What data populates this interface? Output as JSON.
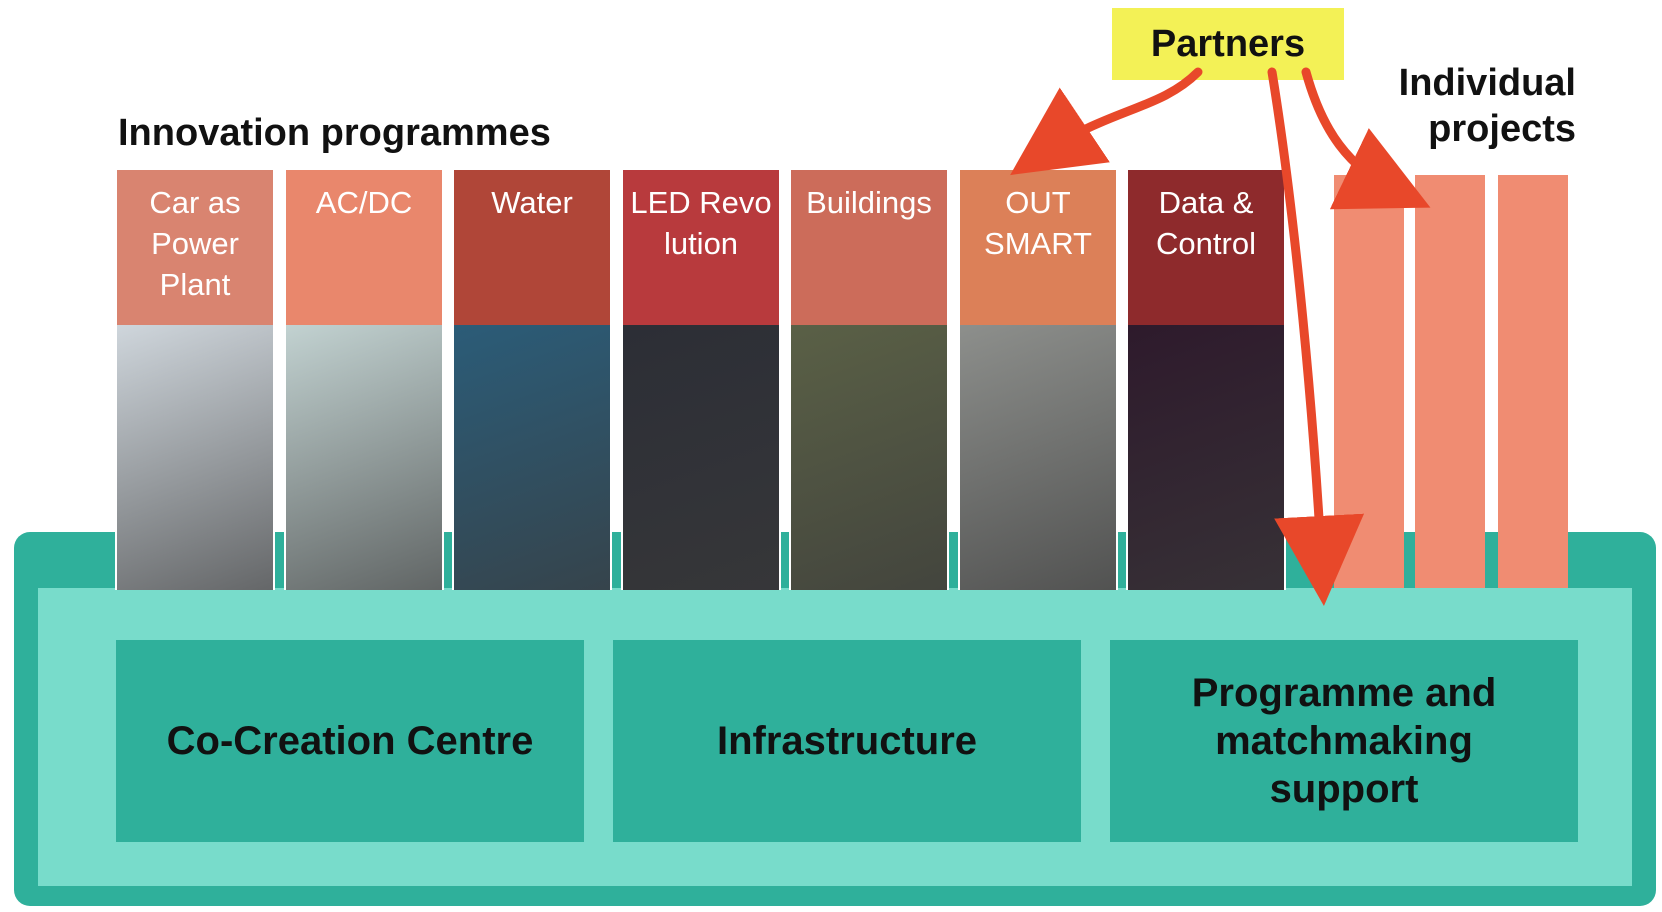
{
  "headings": {
    "programmes": "Innovation programmes",
    "projects": "Individual projects"
  },
  "partners": "Partners",
  "programmes": [
    {
      "label": "Car as Power Plant",
      "top": "#d98470",
      "bottom": "#cfd6dc"
    },
    {
      "label": "AC/DC",
      "top": "#e9876c",
      "bottom": "#c2d2d1"
    },
    {
      "label": "Water",
      "top": "#b04638",
      "bottom": "#2b5c78"
    },
    {
      "label": "LED Revo lution",
      "top": "#b83a3d",
      "bottom": "#2c2e36"
    },
    {
      "label": "Buildings",
      "top": "#cc6c5a",
      "bottom": "#5a6046"
    },
    {
      "label": "OUT SMART",
      "top": "#dc8058",
      "bottom": "#8d8f8c"
    },
    {
      "label": "Data & Control",
      "top": "#8e2a2c",
      "bottom": "#2e1a2c"
    }
  ],
  "pillars": [
    "Co-Creation Centre",
    "Infrastructure",
    "Programme and matchmaking support"
  ],
  "colors": {
    "platform_dark": "#2fb09b",
    "platform_light": "#78dccb",
    "project_bar": "#f08c72",
    "partners_bg": "#f3f156",
    "arrow": "#e8482a"
  },
  "project_bar_count": 3
}
